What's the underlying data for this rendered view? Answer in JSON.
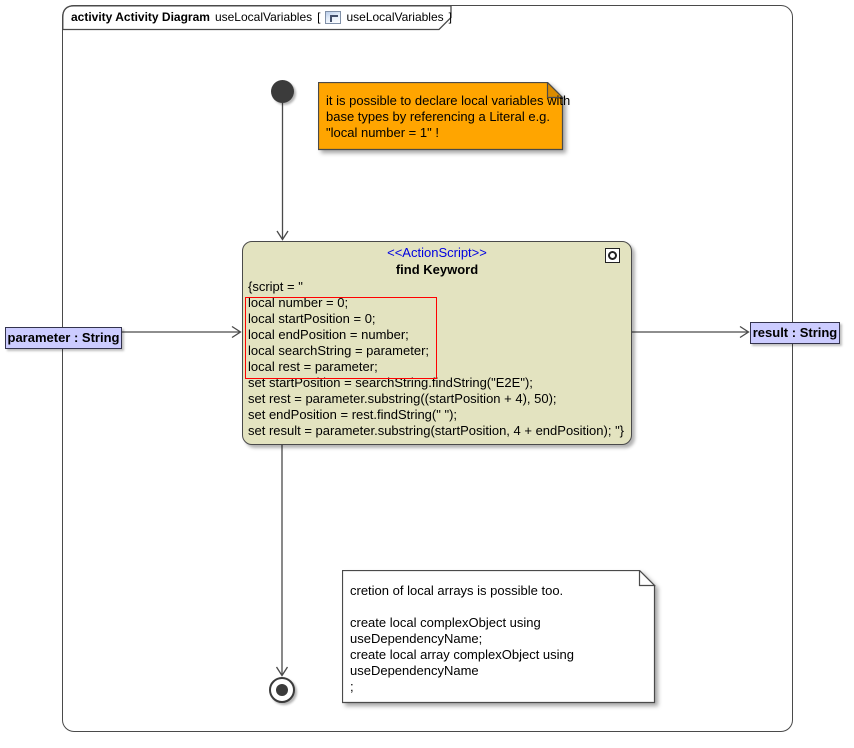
{
  "header": {
    "keyword": "activity Activity Diagram",
    "name": "useLocalVariables",
    "open_bracket": "[",
    "ref": "useLocalVariables",
    "close_bracket": "]"
  },
  "action": {
    "stereotype": "<<ActionScript>>",
    "name": "find Keyword",
    "script_lines": [
      "{script = \"",
      "local number = 0;",
      "local startPosition = 0;",
      "local endPosition = number;",
      "local searchString = parameter;",
      "local rest = parameter;",
      "set startPosition = searchString.findString(\"E2E\");",
      "set rest = parameter.substring((startPosition + 4), 50);",
      "set endPosition = rest.findString(\" \");",
      "set result = parameter.substring(startPosition, 4 + endPosition); \"}"
    ]
  },
  "pins": {
    "input_label": "parameter : String",
    "output_label": "result : String"
  },
  "notes": {
    "top": {
      "lines": [
        "it is possible to declare local variables with",
        "base types by referencing a Literal e.g.",
        "\"local number = 1\" !"
      ]
    },
    "bottom": {
      "lines": [
        "cretion of local arrays is possible too.",
        "",
        "create local complexObject using",
        "useDependencyName;",
        "create local array complexObject using",
        "useDependencyName",
        ";"
      ]
    }
  },
  "colors": {
    "line_dark": "#4a4a4a",
    "node_dark": "#3b3b3b",
    "action_fill": "#e3e3c0",
    "pin_fill": "#ccccff",
    "note_orange": "#ffa500",
    "note_fold_orange": "#db8b00",
    "stereotype_blue": "#0000e0",
    "highlight_red": "#ff0000"
  }
}
